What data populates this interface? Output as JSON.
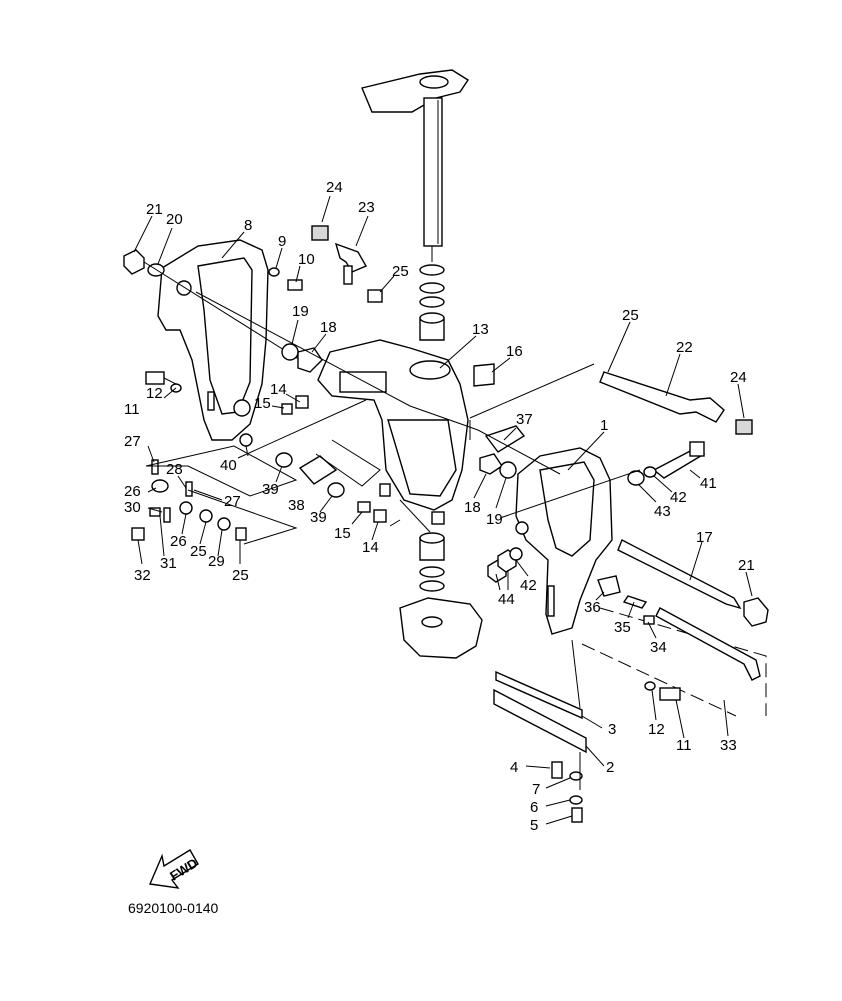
{
  "figure_code": "6920100-0140",
  "fwd_label": "FWD",
  "callouts": [
    {
      "id": "21a",
      "label": "21"
    },
    {
      "id": "20",
      "label": "20"
    },
    {
      "id": "8",
      "label": "8"
    },
    {
      "id": "24a",
      "label": "24"
    },
    {
      "id": "23",
      "label": "23"
    },
    {
      "id": "9",
      "label": "9"
    },
    {
      "id": "10",
      "label": "10"
    },
    {
      "id": "25a",
      "label": "25"
    },
    {
      "id": "19a",
      "label": "19"
    },
    {
      "id": "18a",
      "label": "18"
    },
    {
      "id": "13",
      "label": "13"
    },
    {
      "id": "16",
      "label": "16"
    },
    {
      "id": "25b",
      "label": "25"
    },
    {
      "id": "22",
      "label": "22"
    },
    {
      "id": "24b",
      "label": "24"
    },
    {
      "id": "11a",
      "label": "11"
    },
    {
      "id": "12a",
      "label": "12"
    },
    {
      "id": "14a",
      "label": "14"
    },
    {
      "id": "15a",
      "label": "15"
    },
    {
      "id": "37",
      "label": "37"
    },
    {
      "id": "1",
      "label": "1"
    },
    {
      "id": "27a",
      "label": "27"
    },
    {
      "id": "40",
      "label": "40"
    },
    {
      "id": "39a",
      "label": "39"
    },
    {
      "id": "28",
      "label": "28"
    },
    {
      "id": "26a",
      "label": "26"
    },
    {
      "id": "27b",
      "label": "27"
    },
    {
      "id": "38",
      "label": "38"
    },
    {
      "id": "39b",
      "label": "39"
    },
    {
      "id": "18b",
      "label": "18"
    },
    {
      "id": "19b",
      "label": "19"
    },
    {
      "id": "41",
      "label": "41"
    },
    {
      "id": "42a",
      "label": "42"
    },
    {
      "id": "43",
      "label": "43"
    },
    {
      "id": "30",
      "label": "30"
    },
    {
      "id": "26b",
      "label": "26"
    },
    {
      "id": "25c",
      "label": "25"
    },
    {
      "id": "29",
      "label": "29"
    },
    {
      "id": "15b",
      "label": "15"
    },
    {
      "id": "14b",
      "label": "14"
    },
    {
      "id": "25d",
      "label": "25"
    },
    {
      "id": "31",
      "label": "31"
    },
    {
      "id": "32",
      "label": "32"
    },
    {
      "id": "17",
      "label": "17"
    },
    {
      "id": "21b",
      "label": "21"
    },
    {
      "id": "42b",
      "label": "42"
    },
    {
      "id": "44",
      "label": "44"
    },
    {
      "id": "36",
      "label": "36"
    },
    {
      "id": "35",
      "label": "35"
    },
    {
      "id": "34",
      "label": "34"
    },
    {
      "id": "12b",
      "label": "12"
    },
    {
      "id": "11b",
      "label": "11"
    },
    {
      "id": "33",
      "label": "33"
    },
    {
      "id": "3",
      "label": "3"
    },
    {
      "id": "2",
      "label": "2"
    },
    {
      "id": "4",
      "label": "4"
    },
    {
      "id": "7",
      "label": "7"
    },
    {
      "id": "6",
      "label": "6"
    },
    {
      "id": "5",
      "label": "5"
    }
  ]
}
